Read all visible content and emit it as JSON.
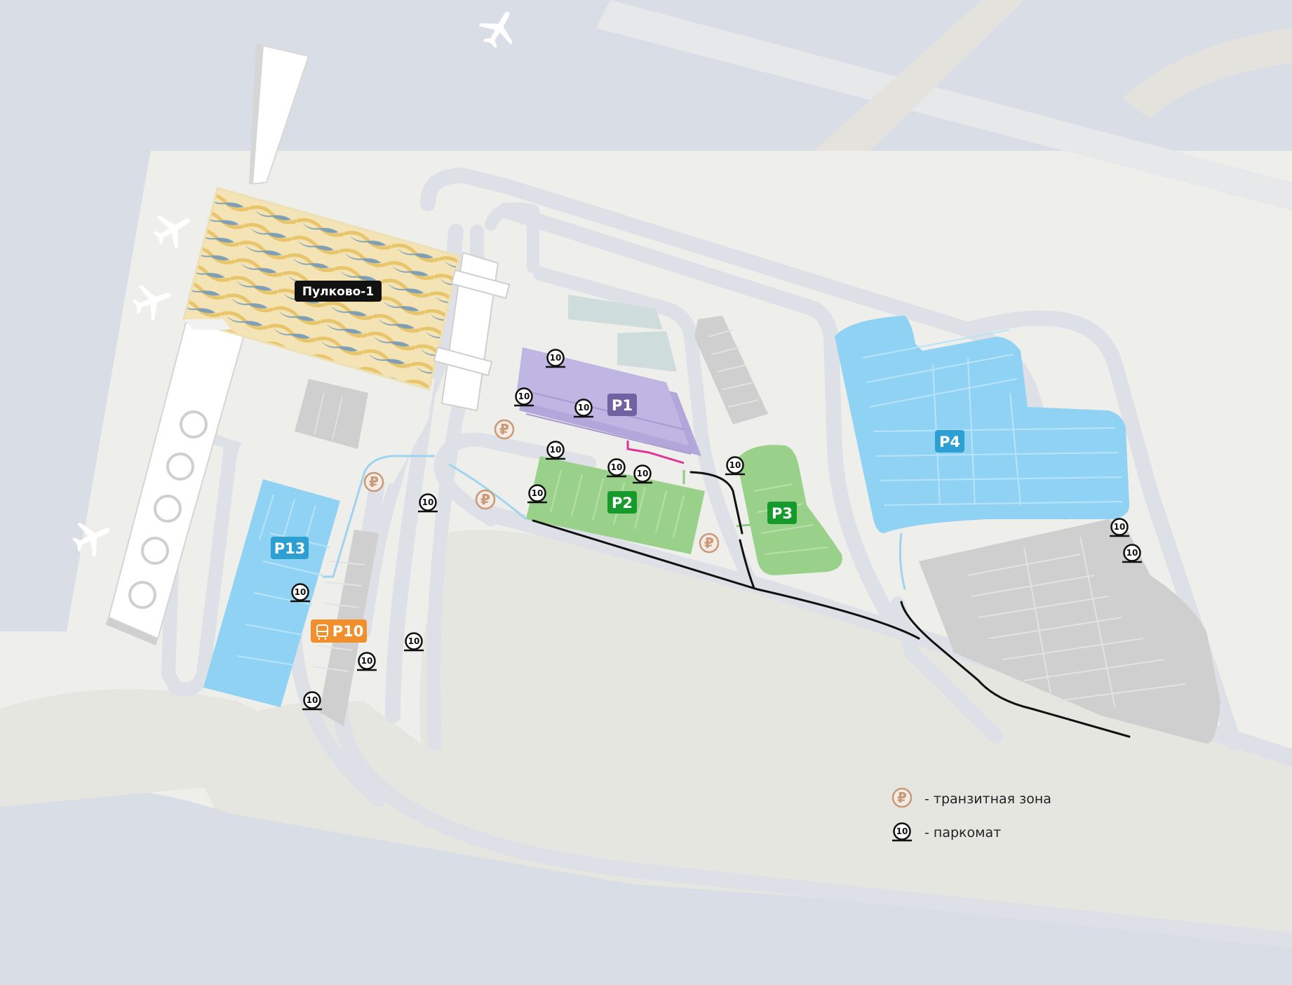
{
  "terminal": {
    "name": "Пулково-1"
  },
  "parkings": [
    {
      "id": "p1",
      "label": "P1",
      "color": "#6f63a3"
    },
    {
      "id": "p2",
      "label": "P2",
      "color": "#169a2b"
    },
    {
      "id": "p3",
      "label": "P3",
      "color": "#169a2b"
    },
    {
      "id": "p4",
      "label": "P4",
      "color": "#2c9fd3"
    },
    {
      "id": "p13",
      "label": "P13",
      "color": "#2c9fd3"
    },
    {
      "id": "p10",
      "label": "P10",
      "color": "#f08f2c",
      "icon": "bus-icon"
    }
  ],
  "icons": {
    "parking_meter": {
      "glyph": "10",
      "name": "parking-meter-icon"
    },
    "transit_zone": {
      "glyph": "₽",
      "name": "ruble-icon"
    },
    "airplane": {
      "name": "airplane-icon"
    }
  },
  "legend": [
    {
      "icon": "ruble-icon",
      "text": "- транзитная зона"
    },
    {
      "icon": "parking-meter-icon",
      "text": "- паркомат"
    }
  ],
  "colors": {
    "background": "#eeeeea",
    "road": "#dde0e6",
    "apron": "#d9dde6",
    "grass": "#e4e6df",
    "lot_purple": "#b2a6db",
    "lot_green": "#9ad18a",
    "lot_blue": "#8fd2f4",
    "lot_gray": "#cfcfcf",
    "route_black": "#111111",
    "route_pink": "#e0329a"
  }
}
